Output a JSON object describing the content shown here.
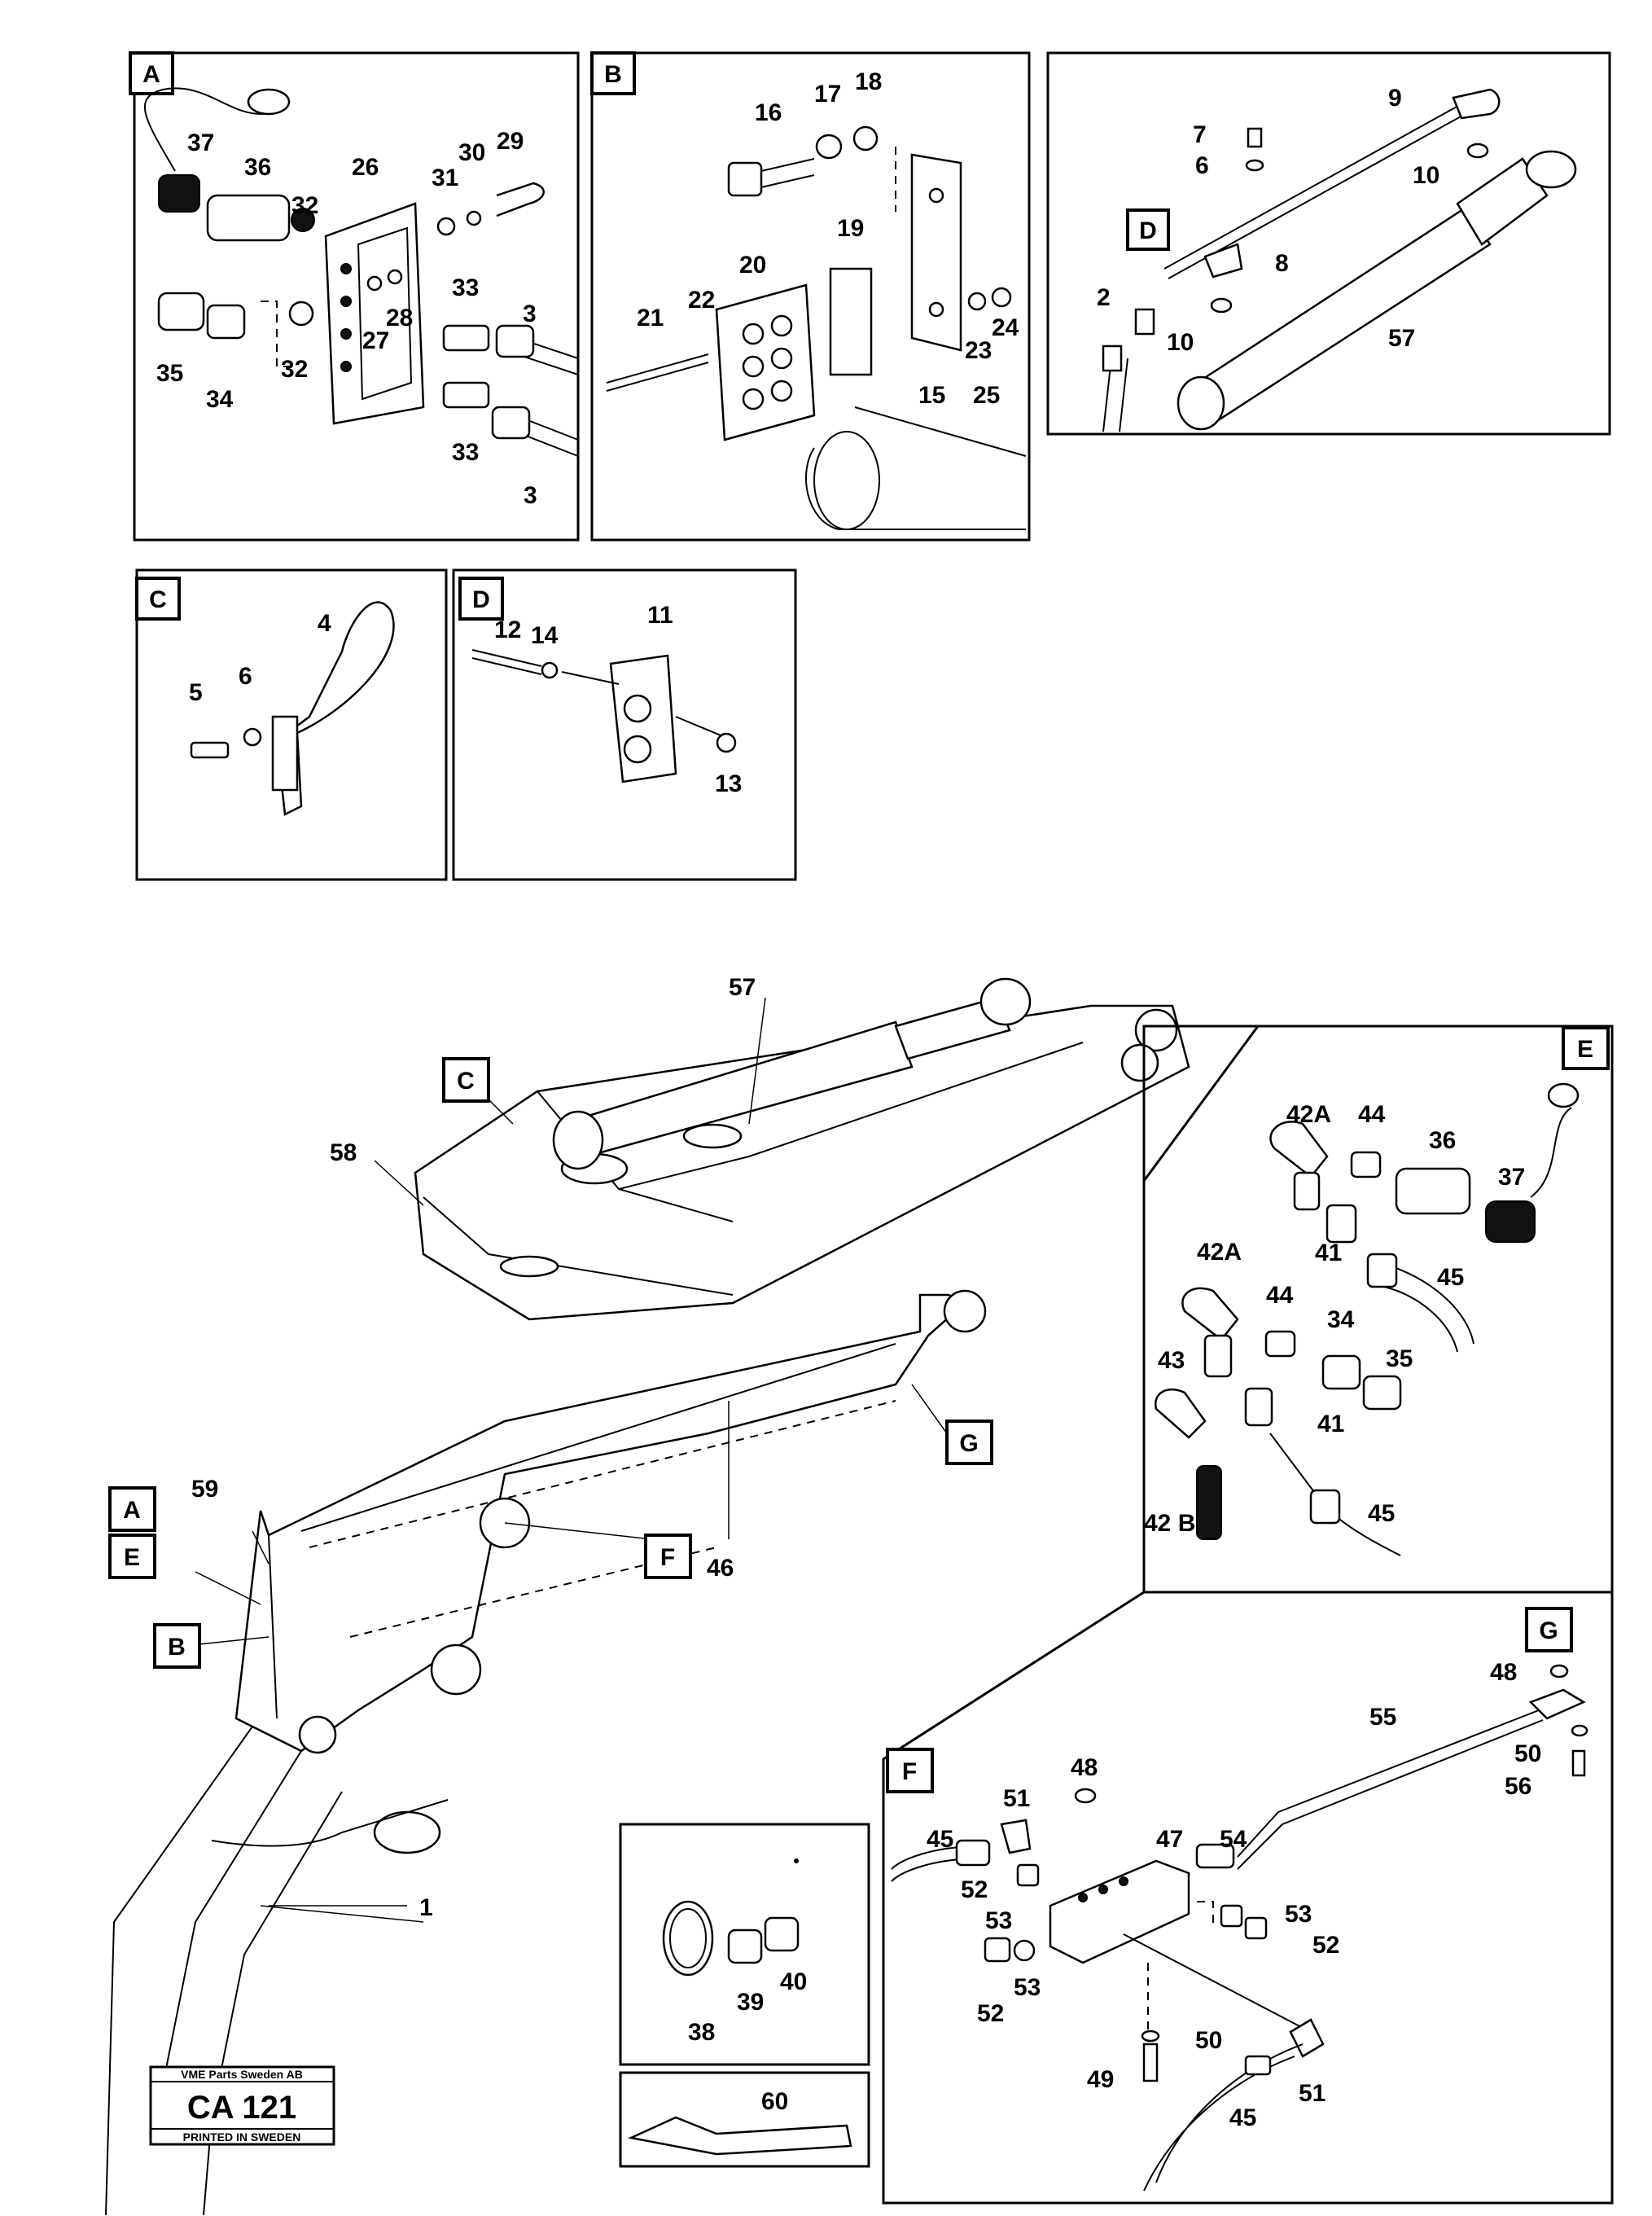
{
  "panels": {
    "A": {
      "tag": "A",
      "labels": {
        "37": "37",
        "36": "36",
        "32a": "32",
        "26": "26",
        "31": "31",
        "30": "30",
        "29": "29",
        "33a": "33",
        "28": "28",
        "27": "27",
        "35": "35",
        "34": "34",
        "32b": "32",
        "3a": "3",
        "33b": "33",
        "3b": "3"
      }
    },
    "B": {
      "tag": "B",
      "labels": {
        "16": "16",
        "17": "17",
        "18": "18",
        "19": "19",
        "20": "20",
        "21": "21",
        "22": "22",
        "23": "23",
        "24": "24",
        "15": "15",
        "25": "25"
      }
    },
    "top_right": {
      "tag": "D",
      "labels": {
        "9": "9",
        "7": "7",
        "6": "6",
        "10a": "10",
        "8": "8",
        "2": "2",
        "10b": "10",
        "57": "57"
      }
    },
    "C": {
      "tag": "C",
      "labels": {
        "4": "4",
        "5": "5",
        "6": "6"
      }
    },
    "D": {
      "tag": "D",
      "labels": {
        "12": "12",
        "14": "14",
        "11": "11",
        "13": "13"
      }
    },
    "E": {
      "tag": "E",
      "labels": {
        "42A_a": "42A",
        "44a": "44",
        "36": "36",
        "37": "37",
        "41a": "41",
        "45a": "45",
        "42A_b": "42A",
        "44b": "44",
        "34": "34",
        "35": "35",
        "43": "43",
        "41b": "41",
        "42B": "42 B",
        "45b": "45"
      }
    },
    "F": {
      "tag": "F",
      "labels": {
        "45a": "45",
        "51a": "51",
        "48": "48",
        "47": "47",
        "54": "54",
        "52a": "52",
        "53a": "53",
        "53b": "53",
        "52b": "52",
        "52c": "52",
        "53c": "53",
        "50": "50",
        "49": "49",
        "51b": "51",
        "45b": "45"
      }
    },
    "G": {
      "tag": "G",
      "labels": {
        "48": "48",
        "55": "55",
        "50": "50",
        "56": "56"
      }
    },
    "clamp": {
      "labels": {
        "38": "38",
        "39": "39",
        "40": "40"
      }
    },
    "bottom_small": {
      "labels": {
        "60": "60"
      }
    }
  },
  "main": {
    "tags": {
      "C": "C",
      "A": "A",
      "E": "E",
      "B": "B",
      "F": "F",
      "G": "G"
    },
    "labels": {
      "57": "57",
      "58": "58",
      "59": "59",
      "46": "46",
      "1": "1"
    }
  },
  "stamp": {
    "company": "VME Parts Sweden AB",
    "code": "CA 121",
    "printed": "PRINTED IN SWEDEN"
  }
}
